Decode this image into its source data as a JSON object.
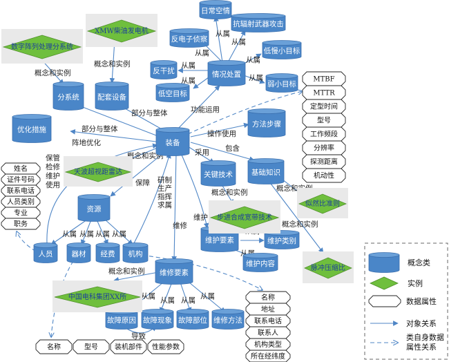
{
  "colors": {
    "concept": "#4a86c8",
    "instance": "#6fbf3d",
    "edge": "#4f86c6",
    "text": "#222222"
  },
  "concepts": {
    "richangkongqing": "日常空情",
    "fandianzizhencha": "反电子侦察",
    "kangfushe": "抗辐射武器攻击",
    "dimanxiao": "低慢小目标",
    "qingkuangchuzhi": "情况处置",
    "ruoxiaomubiao": "弱小目标",
    "fanganrao": "反干扰",
    "dikongmubiao": "低空目标",
    "fenxitong": "分系统",
    "peitaoshebei": "配套设备",
    "youhuacuoshi": "优化措施",
    "fangfabuzhou": "方法步骤",
    "zhuangbei": "装备",
    "guanjianjishu": "关键技术",
    "jichuzhishi": "基础知识",
    "ziyuan": "资源",
    "weihuyaosu": "维护要素",
    "weihuleibie": "维护类别",
    "weihuneirong": "维护内容",
    "renyuan": "人员",
    "qicai": "器材",
    "jingfei": "经费",
    "jigou": "机构",
    "weixiuyaosu": "维修要素",
    "guzhangyuanyin": "故障原因",
    "guzhangxianxiang": "故障现象",
    "guzhangbuwei": "故障部位",
    "weixiufangfa": "维修方法"
  },
  "instances": {
    "shuzizhenlie": "数字阵列处理分系统",
    "xmw": "XMW柴油发电机",
    "dabochaoshiju": "天波超视距雷达",
    "bujinhe": "步进合成宽带技术",
    "siranbi": "似然比准则",
    "maichongyasuo": "脉冲压缩比",
    "zhongguodianke": "中国电科集团XX所"
  },
  "attribute_lists": {
    "equipment": [
      "MTBF",
      "MTTR",
      "定型时间",
      "型号",
      "工作频段",
      "分辨率",
      "探测距离",
      "机动性"
    ],
    "personnel": [
      "姓名",
      "证件号码",
      "联系电话",
      "人员类别",
      "专业",
      "职务"
    ],
    "organization": [
      "名称",
      "地址",
      "联系电话",
      "联系人",
      "机构类型",
      "所在经纬度"
    ],
    "material": [
      "名称",
      "型号",
      "装机部件",
      "性能参数"
    ]
  },
  "edge_labels": {
    "congshu": "从属",
    "gainianshili": "概念和实例",
    "bufenzhengti": "部分与整体",
    "gongnengyunyong": "功能运用",
    "caozuoshiyong": "操作使用",
    "zhendiyouhua": "阵地优化",
    "baohan": "包含",
    "caiyong": "采用",
    "baozhang": "保障",
    "weihu": "维护",
    "weixiu": "维修",
    "daozhi": "导致",
    "baoguan": "保管",
    "jianxiu": "检修",
    "weihu2": "维护",
    "shiyong": "使用",
    "yanzhi": "研制",
    "shengchan": "生产",
    "zhihui": "指挥",
    "qiushu": "求属"
  },
  "legend": {
    "concept": "概念类",
    "instance": "实例",
    "attribute": "数据属性",
    "object_relation": "对象关系",
    "self_attribute_relation_line1": "类自身数据",
    "self_attribute_relation_line2": "属性关系"
  }
}
